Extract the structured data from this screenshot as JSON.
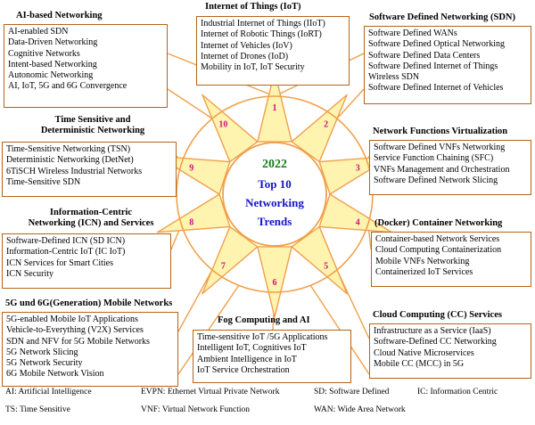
{
  "center": {
    "year": "2022",
    "line1": "Top  10",
    "line2": "Networking",
    "line3": "Trends"
  },
  "petal_numbers": [
    "1",
    "2",
    "3",
    "4",
    "5",
    "6",
    "7",
    "8",
    "9",
    "10"
  ],
  "categories": [
    {
      "title": [
        "AI-based Networking"
      ],
      "items": [
        "AI-enabled SDN",
        "Data-Driven Networking",
        "Cognitive Networks",
        "Intent-based Networking",
        "Autonomic Networking",
        "AI, IoT, 5G and 6G Convergence"
      ]
    },
    {
      "title": [
        "Internet of Things (IoT)"
      ],
      "items": [
        "Industrial Internet of Things (IIoT)",
        "Internet of Robotic Things (IoRT)",
        "Internet of Vehicles (IoV)",
        "Internet of Drones (IoD)",
        "Mobility in IoT, IoT Security"
      ]
    },
    {
      "title": [
        "Software Defined Networking (SDN)"
      ],
      "items": [
        "Software Defined WANs",
        "Software Defined Optical Networking",
        "Software Defined Data Centers",
        "Software Defined Internet of Things",
        "Wireless SDN",
        "Software Defined Internet of Vehicles"
      ]
    },
    {
      "title": [
        "Time Sensitive and",
        "Deterministic Networking"
      ],
      "items": [
        "Time-Sensitive Networking (TSN)",
        "Deterministic Networking (DetNet)",
        "6TiSCH Wireless Industrial Networks",
        "Time-Sensitive SDN"
      ]
    },
    {
      "title": [
        "Network Functions Virtualization"
      ],
      "items": [
        "Software Defined VNFs Networking",
        "Service Function Chaining (SFC)",
        "VNFs Management and Orchestration",
        "Software Defined Network Slicing"
      ]
    },
    {
      "title": [
        "Information-Centric",
        "Networking (ICN) and Services"
      ],
      "items": [
        "Software-Defined  ICN  (SD ICN)",
        "Information-Centric IoT  (IC IoT)",
        "ICN Services for Smart Cities",
        "ICN Security"
      ]
    },
    {
      "title": [
        "(Docker) Container Networking"
      ],
      "items": [
        "Container-based Network Services",
        "Cloud Computing Containerization",
        "Mobile VNFs Networking",
        "Containerized IoT Services"
      ]
    },
    {
      "title": [
        "5G und 6G(Generation) Mobile Networks"
      ],
      "items": [
        "5G-enabled Mobile IoT Applications",
        "Vehicle-to-Everything (V2X) Services",
        "SDN and NFV for 5G Mobile Networks",
        "5G Network Slicing",
        "5G Network Security",
        "6G Mobile Network Vision"
      ]
    },
    {
      "title": [
        "Fog Computing and AI"
      ],
      "items": [
        "Time-sensitive IoT /5G Applications",
        "Intelligent IoT, Cognitives IoT",
        "Ambient  Intelligence in IoT",
        "IoT Service Orchestration"
      ]
    },
    {
      "title": [
        "Cloud Computing (CC) Services"
      ],
      "items": [
        "Infrastructure as a Service (IaaS)",
        "Software-Defined CC Networking",
        "Cloud Native Microservices",
        "Mobile CC (MCC) in 5G"
      ]
    }
  ],
  "legend": [
    {
      "k": "AI:",
      "v": "Artificial Intelligence"
    },
    {
      "k": "EVPN:",
      "v": "Ethernet Virtual Private Network"
    },
    {
      "k": "SD:",
      "v": "Software Defined"
    },
    {
      "k": "IC:",
      "v": "Information Centric"
    },
    {
      "k": "TS:",
      "v": "Time Sensitive"
    },
    {
      "k": "VNF:",
      "v": "Virtual Network Function"
    },
    {
      "k": "WAN:",
      "v": "Wide Area Network"
    }
  ],
  "colors": {
    "orange": "#f0a04a",
    "box_border": "#b4631b",
    "petal_fill": "#fff3b0",
    "green_text": "#1a7a1a",
    "blue_text": "#1414c8",
    "number_pink": "#c8147a",
    "ring_fill": "#ffffff"
  }
}
